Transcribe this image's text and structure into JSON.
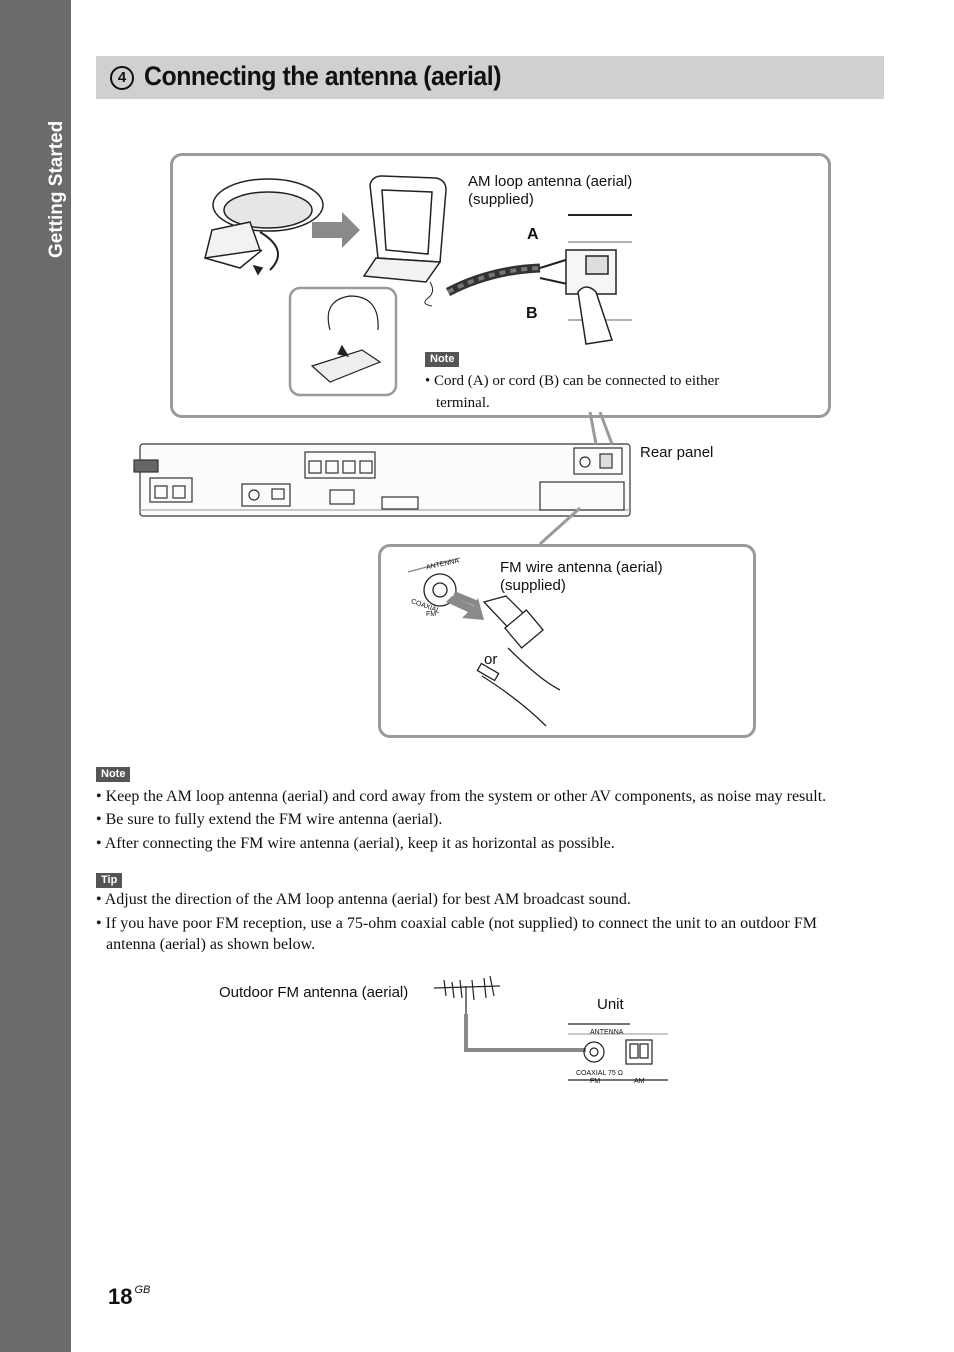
{
  "side_tab": {
    "label": "Getting Started"
  },
  "section": {
    "step": "4",
    "title": "Connecting the antenna (aerial)"
  },
  "diagram_top": {
    "am_label_line1": "AM loop antenna (aerial)",
    "am_label_line2": "(supplied)",
    "cord_a": "A",
    "cord_b": "B",
    "note_badge": "Note",
    "note_line1": "• Cord (A) or cord (B) can be connected to either",
    "note_line2": "terminal."
  },
  "rear_panel": {
    "label": "Rear panel"
  },
  "diagram_fm": {
    "label_line1": "FM wire antenna (aerial)",
    "label_line2": "(supplied)",
    "or_text": "or",
    "antenna_text": "ANTENNA",
    "coaxial_text": "COAXIAL",
    "fm_text": "FM"
  },
  "notes": {
    "badge": "Note",
    "items": [
      "Keep the AM loop antenna (aerial) and cord away from the system or other AV components, as noise may result.",
      "Be sure to fully extend the FM wire antenna (aerial).",
      "After connecting the FM wire antenna (aerial), keep it as horizontal as possible."
    ]
  },
  "tips": {
    "badge": "Tip",
    "items": [
      "Adjust the direction of the AM loop antenna (aerial) for best AM broadcast sound.",
      "If you have poor FM reception, use a 75-ohm coaxial cable (not supplied) to connect the unit to an outdoor FM",
      "antenna (aerial) as shown below."
    ]
  },
  "outdoor_diagram": {
    "outdoor_label": "Outdoor FM antenna (aerial)",
    "unit_label": "Unit",
    "antenna_text": "ANTENNA",
    "coaxial_text": "COAXIAL 75 Ω",
    "fm_text": "FM",
    "am_text": "AM"
  },
  "footer": {
    "page_number": "18",
    "page_suffix": "GB"
  }
}
